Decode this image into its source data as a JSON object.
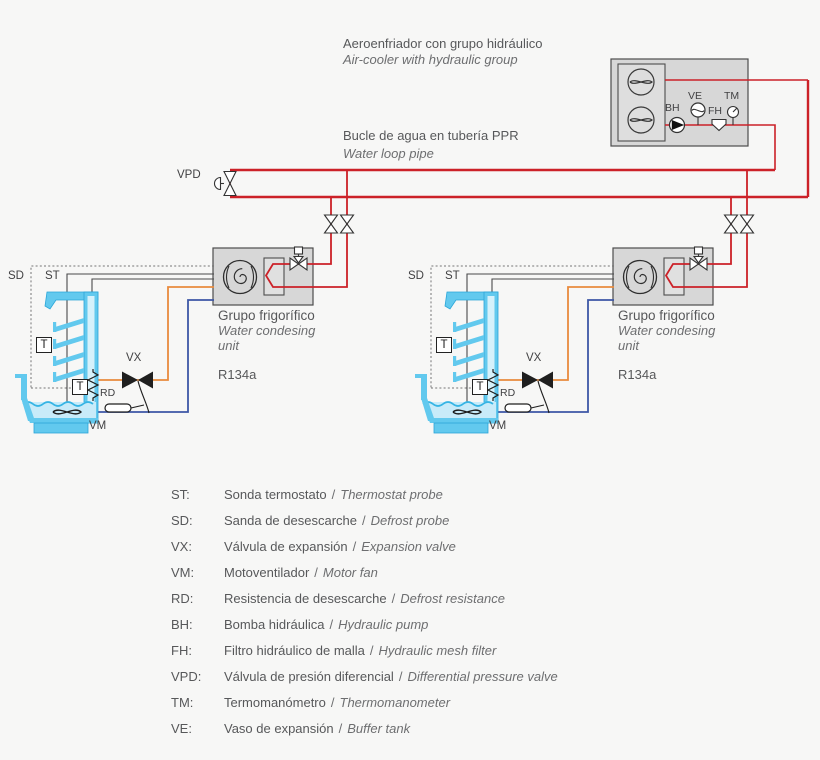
{
  "header": {
    "title_es": "Aeroenfriador con grupo hidráulico",
    "title_en": "Air-cooler with hydraulic group"
  },
  "water_loop": {
    "label_es": "Bucle de agua en tubería PPR",
    "label_en": "Water loop pipe"
  },
  "unit": {
    "name_es": "Grupo frigorífico",
    "name_en_line1": "Water condesing",
    "name_en_line2": "unit",
    "refrigerant": "R134a"
  },
  "component_labels": {
    "st": "ST",
    "sd": "SD",
    "vx": "VX",
    "vm": "VM",
    "rd": "RD",
    "bh": "BH",
    "fh": "FH",
    "vpd": "VPD",
    "tm": "TM",
    "ve": "VE",
    "t": "T"
  },
  "legend": {
    "separator": "/",
    "items": [
      {
        "abbr": "ST:",
        "es": "Sonda termostato",
        "en": "Thermostat probe"
      },
      {
        "abbr": "SD:",
        "es": "Sanda de desescarche",
        "en": "Defrost probe"
      },
      {
        "abbr": "VX:",
        "es": "Válvula de expansión",
        "en": "Expansion valve"
      },
      {
        "abbr": "VM:",
        "es": "Motoventilador",
        "en": "Motor fan"
      },
      {
        "abbr": "RD:",
        "es": "Resistencia de desescarche",
        "en": "Defrost resistance"
      },
      {
        "abbr": "BH:",
        "es": "Bomba hidráulica",
        "en": "Hydraulic pump"
      },
      {
        "abbr": "FH:",
        "es": "Filtro hidráulico de malla",
        "en": "Hydraulic mesh filter"
      },
      {
        "abbr": "VPD:",
        "es": "Válvula de presión diferencial",
        "en": "Differential pressure valve"
      },
      {
        "abbr": "TM:",
        "es": "Termomanómetro",
        "en": "Thermomanometer"
      },
      {
        "abbr": "VE:",
        "es": "Vaso de expansión",
        "en": "Buffer tank"
      }
    ]
  },
  "colors": {
    "pipe_red": "#cc2128",
    "liquid_orange": "#e98a3d",
    "suction_blue": "#3d57a6",
    "cabinet_cyan": "#35b4e4",
    "unit_gray": "#d7d7d7",
    "text_gray": "#57585a"
  }
}
